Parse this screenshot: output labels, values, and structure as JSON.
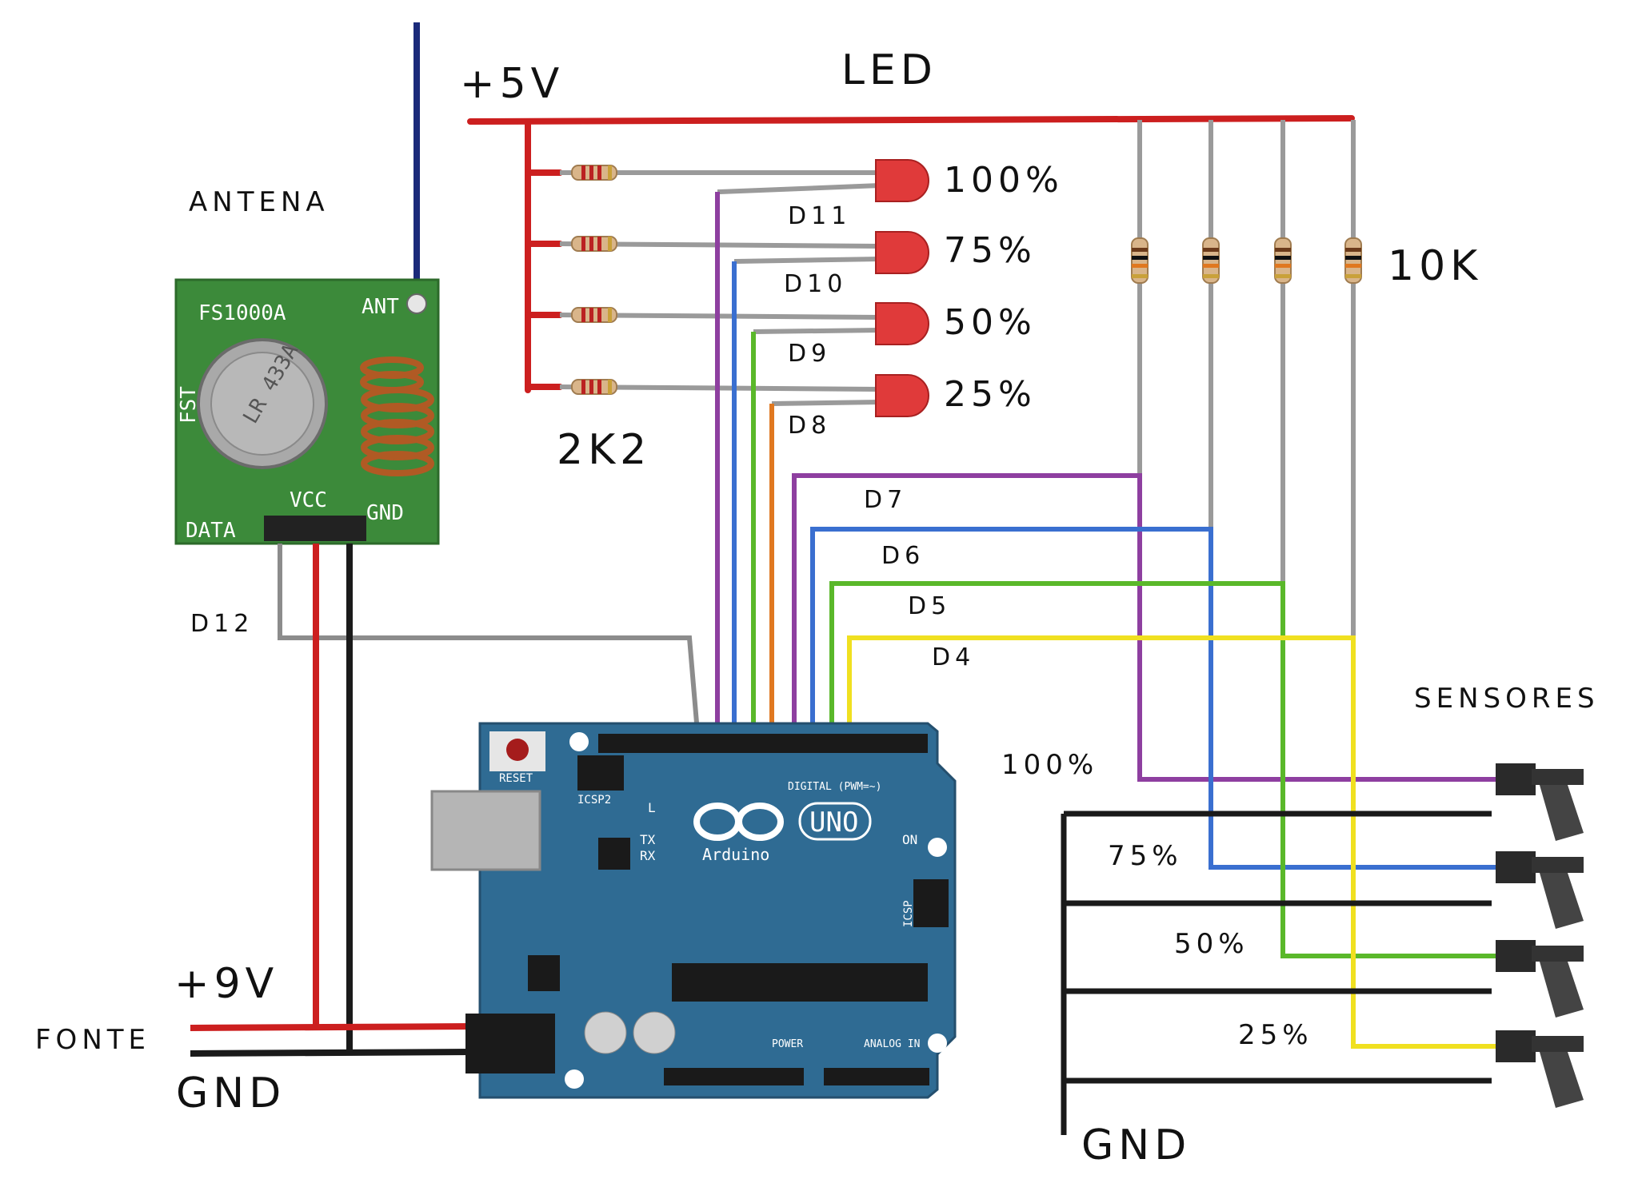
{
  "labels": {
    "plus5v": "+5V",
    "led": "LED",
    "antena": "ANTENA",
    "r_led": "2K2",
    "r_sensor": "10K",
    "sensores": "SENSORES",
    "plus9v": "+9V",
    "fonte": "FONTE",
    "gnd_supply": "GND",
    "gnd_sensors": "GND",
    "d12": "D12"
  },
  "leds": [
    {
      "pct": "100%",
      "pin": "D11"
    },
    {
      "pct": "75%",
      "pin": "D10"
    },
    {
      "pct": "50%",
      "pin": "D9"
    },
    {
      "pct": "25%",
      "pin": "D8"
    }
  ],
  "inputs": [
    {
      "pin": "D7"
    },
    {
      "pin": "D6"
    },
    {
      "pin": "D5"
    },
    {
      "pin": "D4"
    }
  ],
  "sensors": [
    {
      "level": "100%"
    },
    {
      "level": "75%"
    },
    {
      "level": "50%"
    },
    {
      "level": "25%"
    }
  ],
  "module": {
    "name": "FS1000A",
    "chip": "LR 433A",
    "maker": "FST",
    "ant": "ANT",
    "vcc": "VCC",
    "data": "DATA",
    "gnd": "GND"
  },
  "board": {
    "brand": "Arduino",
    "model": "UNO",
    "reset": "RESET",
    "icsp2": "ICSP2",
    "icsp": "ICSP",
    "on": "ON",
    "tx": "TX",
    "rx": "RX",
    "l": "L",
    "digital": "DIGITAL (PWM=~)",
    "power": "POWER",
    "analog": "ANALOG IN"
  },
  "colors": {
    "power": "#cc1f1f",
    "ground": "#1a1a1a",
    "signal_gray": "#8c8c8c",
    "antenna": "#1a2a7a",
    "d11_d7": "#8e3fa0",
    "d10_d6": "#3a6fd0",
    "d9_d5": "#5ab82a",
    "d8": "#e07820",
    "d4": "#f0e020",
    "board": "#2f6b93",
    "pcb": "#3c8a3a",
    "led": "#e03a3a"
  }
}
